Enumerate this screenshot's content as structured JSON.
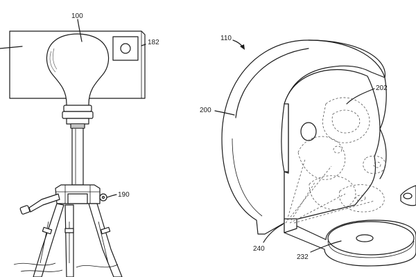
{
  "figure": {
    "labels": {
      "bulb": "100",
      "camera_window": "182",
      "tripod_knob": "190",
      "assembly": "110",
      "disc": "200",
      "mount_part": "202",
      "bracket": "240",
      "base_plate": "232"
    }
  }
}
